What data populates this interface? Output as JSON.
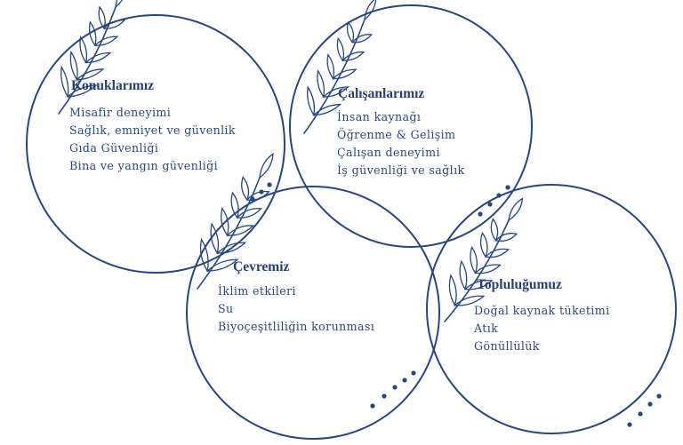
{
  "theme": {
    "line_color": "#264685",
    "text_color": "#2a4785",
    "title_color": "#243f7a"
  },
  "groups": [
    {
      "title": "Konuklarımız",
      "items": [
        "Misafir deneyimi",
        "Sağlık, emniyet ve güvenlik",
        "Gıda Güvenliği",
        "Bina ve yangın güvenliği"
      ]
    },
    {
      "title": "Çalışanlarımız",
      "items": [
        "İnsan kaynağı",
        "Öğrenme & Gelişim",
        "Çalışan deneyimi",
        "İş güvenliği ve sağlık"
      ]
    },
    {
      "title": "Çevremiz",
      "items": [
        "İklim etkileri",
        "Su",
        "Biyoçeşitliliğin korunması"
      ]
    },
    {
      "title": "Topluluğumuz",
      "items": [
        "Doğal kaynak tüketimi",
        "Atık",
        "Gönüllülük"
      ]
    }
  ]
}
